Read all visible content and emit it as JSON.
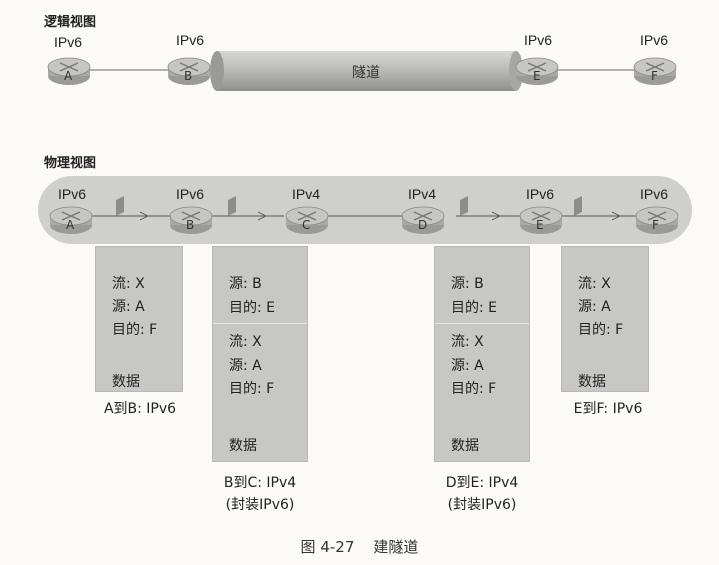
{
  "logical": {
    "title": "逻辑视图",
    "nodes": [
      {
        "label": "IPv6",
        "name": "A"
      },
      {
        "label": "IPv6",
        "name": "B"
      },
      {
        "label": "IPv6",
        "name": "E"
      },
      {
        "label": "IPv6",
        "name": "F"
      }
    ],
    "tunnel_label": "隧道"
  },
  "physical": {
    "title": "物理视图",
    "nodes": [
      {
        "label": "IPv6",
        "name": "A"
      },
      {
        "label": "IPv6",
        "name": "B"
      },
      {
        "label": "IPv4",
        "name": "C"
      },
      {
        "label": "IPv4",
        "name": "D"
      },
      {
        "label": "IPv6",
        "name": "E"
      },
      {
        "label": "IPv6",
        "name": "F"
      }
    ]
  },
  "packets": [
    {
      "lines": [
        "流: X",
        "源: A",
        "目的: F"
      ],
      "data": "数据",
      "caption": [
        "A到B: IPv6"
      ]
    },
    {
      "outer": [
        "源: B",
        "目的: E"
      ],
      "lines": [
        "流: X",
        "源: A",
        "目的: F"
      ],
      "data": "数据",
      "caption": [
        "B到C: IPv4",
        "(封装IPv6)"
      ]
    },
    {
      "outer": [
        "源: B",
        "目的: E"
      ],
      "lines": [
        "流: X",
        "源: A",
        "目的: F"
      ],
      "data": "数据",
      "caption": [
        "D到E: IPv4",
        "(封装IPv6)"
      ]
    },
    {
      "lines": [
        "流: X",
        "源: A",
        "目的: F"
      ],
      "data": "数据",
      "caption": [
        "E到F: IPv6"
      ]
    }
  ],
  "figure_caption": "图 4-27    建隧道",
  "colors": {
    "router": "#b9b9b6",
    "tunnel": "#bdbdbb",
    "band": "#cfcfcc",
    "packet": "#c7c7c5"
  }
}
